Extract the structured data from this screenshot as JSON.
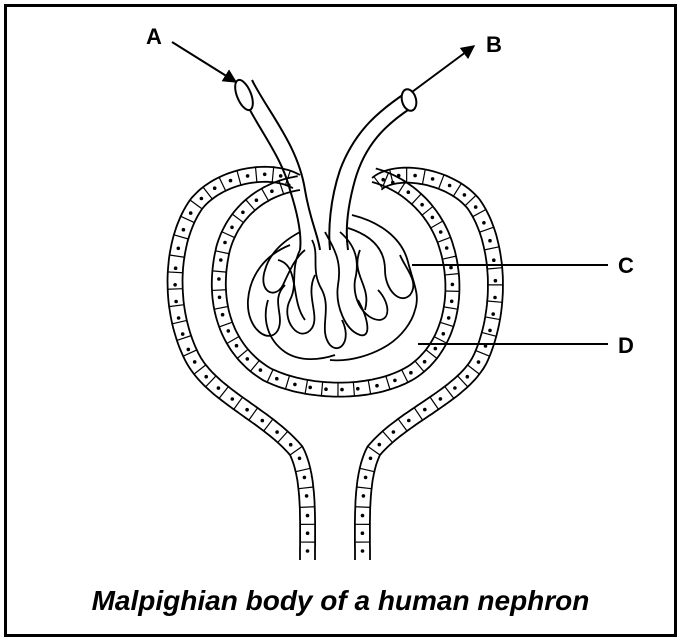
{
  "caption": "Malpighian body of a human nephron",
  "labels": {
    "a": "A",
    "b": "B",
    "c": "C",
    "d": "D"
  },
  "colors": {
    "ink": "#000000",
    "background": "#ffffff"
  }
}
